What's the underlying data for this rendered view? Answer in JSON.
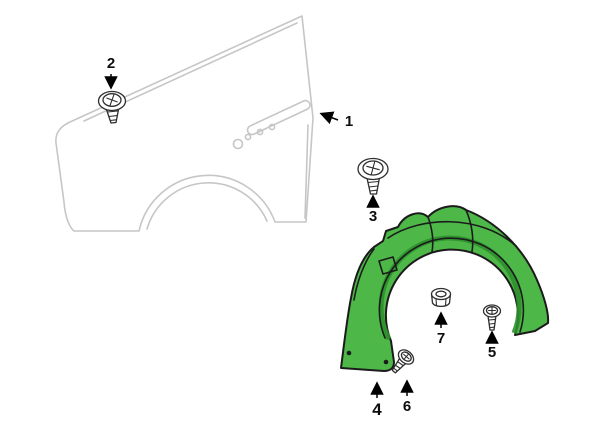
{
  "diagram": {
    "type": "exploded-parts-diagram",
    "highlight_color": "#4db848",
    "highlight_shade": "#2e8f2c",
    "outline_color": "#1b1b1b",
    "faint_color": "#c6c6c6",
    "background": "#ffffff"
  },
  "callouts": [
    {
      "label": "1",
      "part": "front-fender"
    },
    {
      "label": "2",
      "part": "screw-upper-left"
    },
    {
      "label": "3",
      "part": "screw-center"
    },
    {
      "label": "4",
      "part": "wheel-arch-liner"
    },
    {
      "label": "5",
      "part": "screw-right"
    },
    {
      "label": "6",
      "part": "screw-bottom"
    },
    {
      "label": "7",
      "part": "clip-nut"
    }
  ]
}
